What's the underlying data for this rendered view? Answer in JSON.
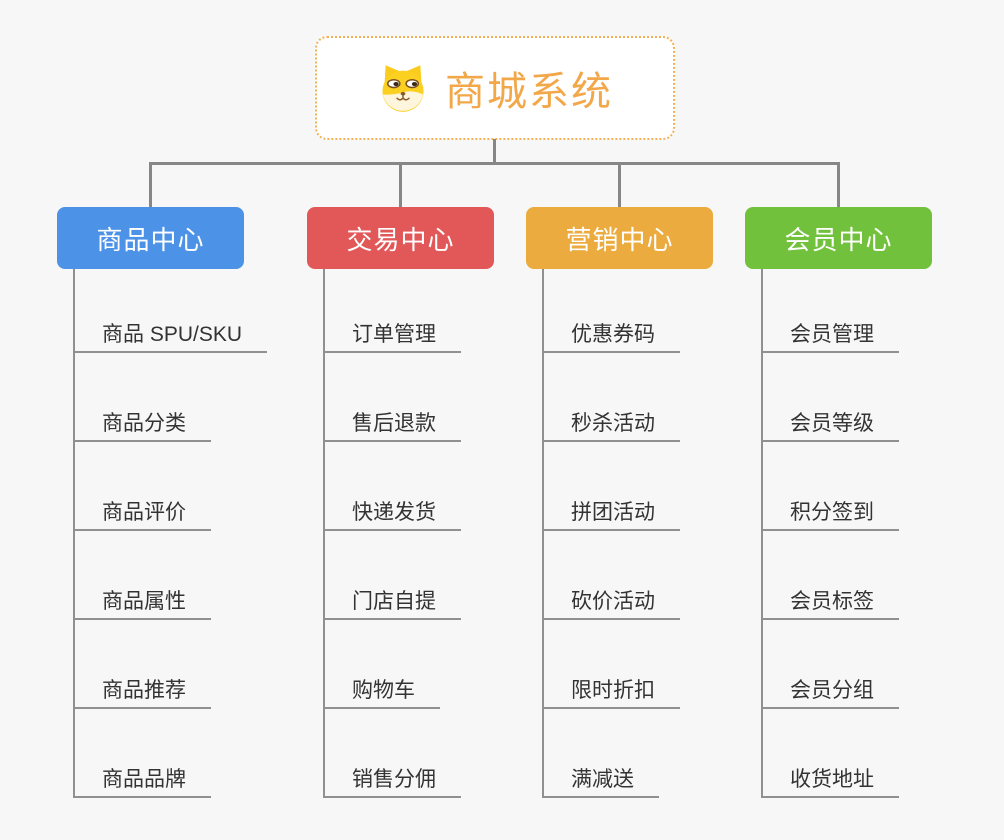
{
  "page": {
    "background_color": "#F7F7F7",
    "connector_color": "#878787",
    "underline_color": "#909090"
  },
  "root": {
    "title": "商城系统",
    "icon": "dog-face-icon",
    "text_color": "#F2A749",
    "border_color": "#F6B055"
  },
  "branches": [
    {
      "label": "商品中心",
      "color": "#4C93E8",
      "children": [
        "商品 SPU/SKU",
        "商品分类",
        "商品评价",
        "商品属性",
        "商品推荐",
        "商品品牌"
      ]
    },
    {
      "label": "交易中心",
      "color": "#E25858",
      "children": [
        "订单管理",
        "售后退款",
        "快递发货",
        "门店自提",
        "购物车",
        "销售分佣"
      ]
    },
    {
      "label": "营销中心",
      "color": "#EBAB3E",
      "children": [
        "优惠券码",
        "秒杀活动",
        "拼团活动",
        "砍价活动",
        "限时折扣",
        "满减送"
      ]
    },
    {
      "label": "会员中心",
      "color": "#72C13C",
      "children": [
        "会员管理",
        "会员等级",
        "积分签到",
        "会员标签",
        "会员分组",
        "收货地址"
      ]
    }
  ]
}
